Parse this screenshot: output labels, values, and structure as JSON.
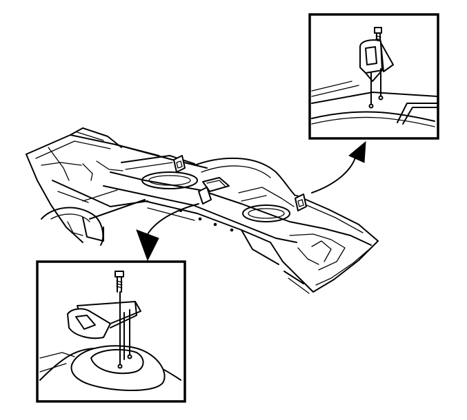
{
  "figure": {
    "background": "#ffffff",
    "ink": "#000000",
    "components": [
      "vehicle-rear-compartment-panel",
      "rear-tie-down-bracket-detail",
      "front-tie-down-bracket-detail",
      "bolt",
      "callout-arrow"
    ]
  }
}
